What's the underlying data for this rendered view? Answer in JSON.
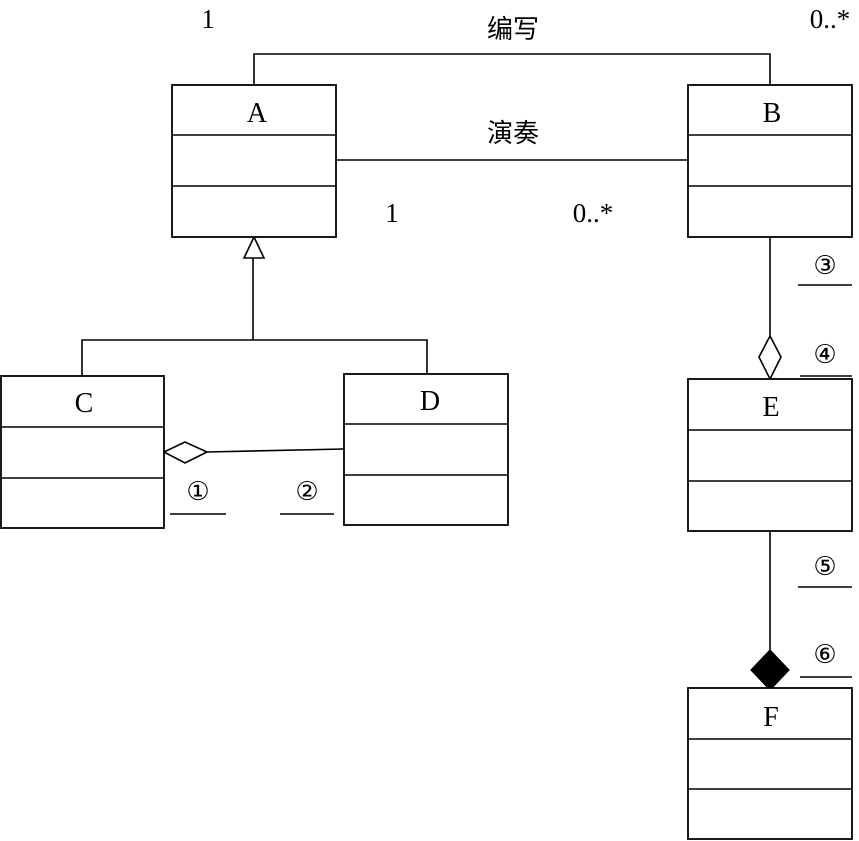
{
  "classes": {
    "a": "A",
    "b": "B",
    "c": "C",
    "d": "D",
    "e": "E",
    "f": "F"
  },
  "associations": {
    "write": {
      "label": "编写",
      "mult_a": "1",
      "mult_b": "0..*"
    },
    "play": {
      "label": "演奏",
      "mult_a": "1",
      "mult_b": "0..*"
    }
  },
  "blanks": {
    "b1": "①",
    "b2": "②",
    "b3": "③",
    "b4": "④",
    "b5": "⑤",
    "b6": "⑥"
  }
}
